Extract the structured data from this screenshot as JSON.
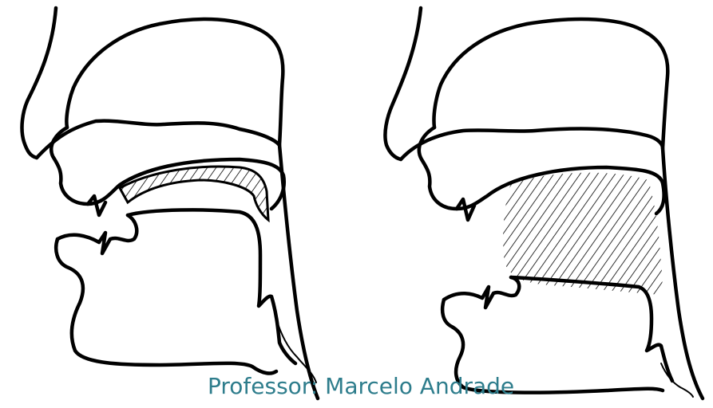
{
  "caption": {
    "text": "Professor: Marcelo Andrade",
    "color": "#2e7d8c"
  },
  "figure": {
    "panels": [
      "left-articulation-profile",
      "right-articulation-profile"
    ],
    "hatch_color": "#000000"
  }
}
